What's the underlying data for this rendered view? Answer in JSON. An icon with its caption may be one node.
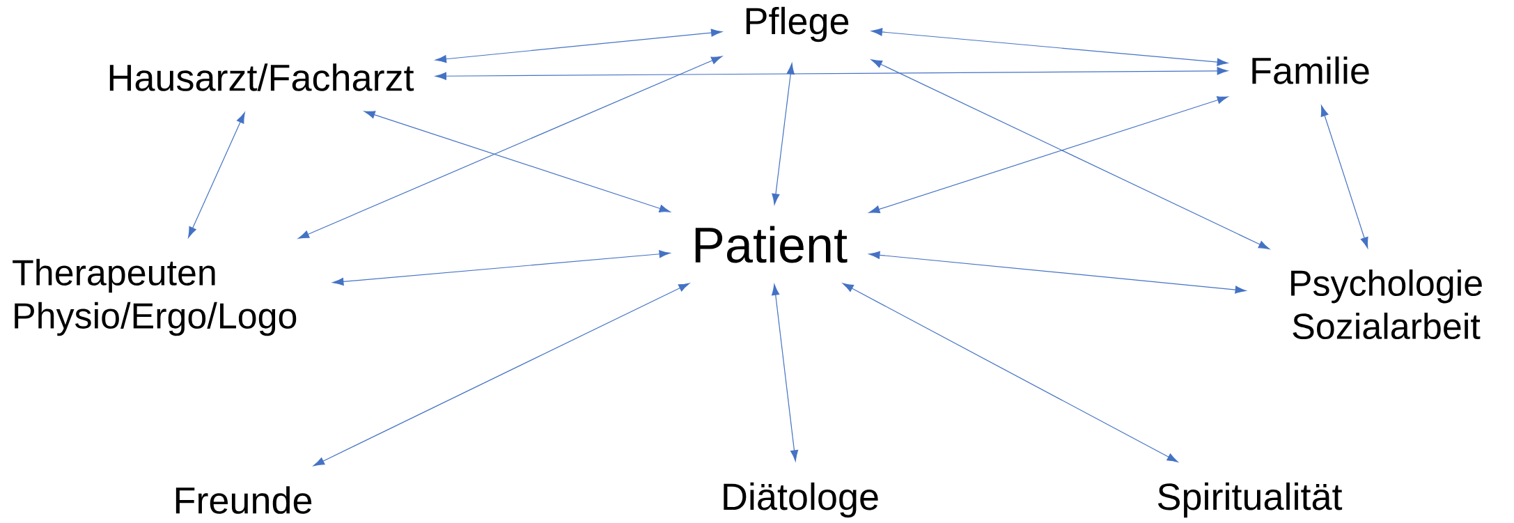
{
  "diagram": {
    "nodes": [
      {
        "text": [
          "Pflege"
        ]
      },
      {
        "text": [
          "Hausarzt/Facharzt"
        ]
      },
      {
        "text": [
          "Familie"
        ]
      },
      {
        "text": [
          "Patient"
        ]
      },
      {
        "text": [
          "Therapeuten Physio/Ergo/Logo"
        ]
      },
      {
        "text": [
          "Psychologie Sozialarbeit"
        ]
      },
      {
        "text": [
          "Freunde"
        ]
      },
      {
        "text": [
          "Diätologe"
        ]
      },
      {
        "text": [
          "Spiritualität"
        ]
      }
    ],
    "edges": [
      {
        "from": 1,
        "to": 0,
        "arrow": "both"
      },
      {
        "from": 0,
        "to": 2,
        "arrow": "both"
      },
      {
        "from": 1,
        "to": 2,
        "arrow": "both"
      },
      {
        "from": 0,
        "to": 3,
        "arrow": "both"
      },
      {
        "from": 4,
        "to": 0,
        "arrow": "both"
      },
      {
        "from": 0,
        "to": 5,
        "arrow": "both"
      },
      {
        "from": 1,
        "to": 3,
        "arrow": "both"
      },
      {
        "from": 1,
        "to": 4,
        "arrow": "both"
      },
      {
        "from": 2,
        "to": 3,
        "arrow": "both"
      },
      {
        "from": 2,
        "to": 5,
        "arrow": "both"
      },
      {
        "from": 4,
        "to": 3,
        "arrow": "both"
      },
      {
        "from": 3,
        "to": 5,
        "arrow": "both"
      },
      {
        "from": 6,
        "to": 3,
        "arrow": "both"
      },
      {
        "from": 3,
        "to": 7,
        "arrow": "both"
      },
      {
        "from": 3,
        "to": 8,
        "arrow": "both"
      }
    ]
  }
}
